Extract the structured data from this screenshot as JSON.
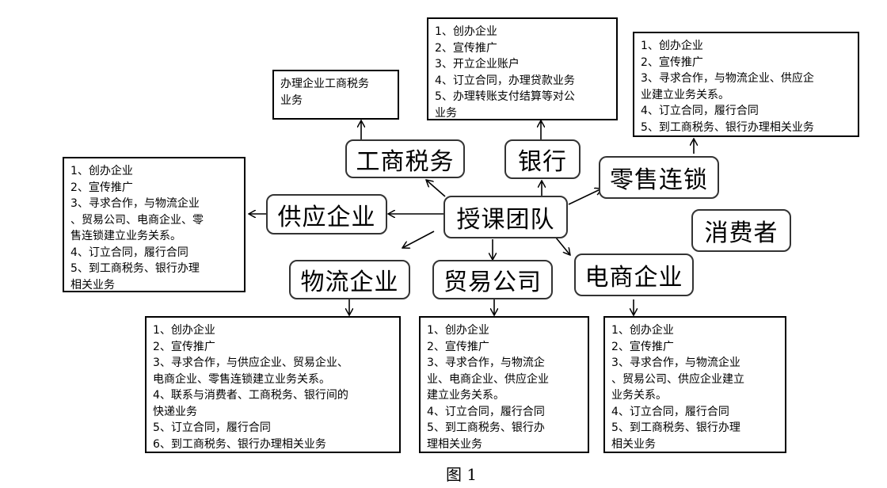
{
  "nodes": {
    "center": "授课团队",
    "tax": "工商税务",
    "bank": "银行",
    "retail": "零售连锁",
    "supply": "供应企业",
    "consumer": "消费者",
    "logistics": "物流企业",
    "trade": "贸易公司",
    "ecommerce": "电商企业"
  },
  "boxes": {
    "tax": [
      "办理企业工商税务",
      "业务"
    ],
    "bank": [
      "1、创办企业",
      "2、宣传推广",
      "3、开立企业账户",
      "4、订立合同，办理贷款业务",
      "5、办理转账支付结算等对公",
      "业务"
    ],
    "retail": [
      "1、创办企业",
      "2、宣传推广",
      "3、寻求合作，与物流企业、供应企",
      "业建立业务关系。",
      "4、订立合同，履行合同",
      "5、到工商税务、银行办理相关业务"
    ],
    "supply": [
      "1、创办企业",
      "2、宣传推广",
      "3、寻求合作，与物流企业",
      "、贸易公司、电商企业、零",
      "售连锁建立业务关系。",
      "4、订立合同，履行合同",
      "5、到工商税务、银行办理",
      "相关业务"
    ],
    "logistics": [
      "1、创办企业",
      "2、宣传推广",
      "3、寻求合作，与供应企业、贸易企业、",
      "电商企业、零售连锁建立业务关系。",
      "4、联系与消费者、工商税务、银行间的",
      "快递业务",
      "5、订立合同，履行合同",
      "6、到工商税务、银行办理相关业务"
    ],
    "trade": [
      "1、创办企业",
      "2、宣传推广",
      "3、寻求合作，与物流企",
      "业、电商企业、供应企业",
      "建立业务关系。",
      "4、订立合同，履行合同",
      "5、到工商税务、银行办",
      "理相关业务"
    ],
    "ecommerce": [
      "1、创办企业",
      "2、宣传推广",
      "3、寻求合作，与物流企业",
      "、贸易公司、供应企业建立",
      "业务关系。",
      "4、订立合同，履行合同",
      "5、到工商税务、银行办理",
      "相关业务"
    ]
  },
  "caption": "图 1"
}
